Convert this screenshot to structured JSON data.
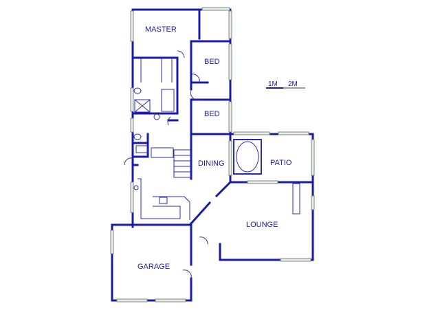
{
  "floor_plan": {
    "rooms": {
      "master": "MASTER",
      "bed1": "BED",
      "bed2": "BED",
      "dining": "DINING",
      "patio": "PATIO",
      "lounge": "LOUNGE",
      "garage": "GARAGE"
    },
    "scale": {
      "label_1": "1M",
      "label_2": "2M"
    },
    "colors": {
      "wall": "#1a1aa8",
      "fixture": "#2a2ab0",
      "window": "#7a8a7a"
    }
  }
}
